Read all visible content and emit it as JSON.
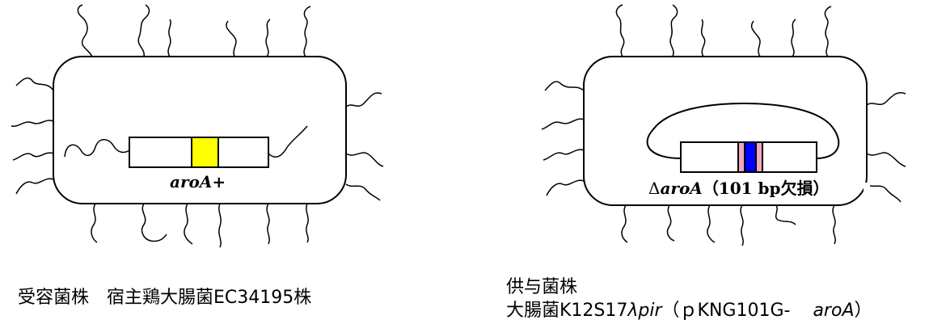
{
  "recipient": {
    "gene_label": "aroA+",
    "caption": "受容菌株　宿主鶏大腸菌EC34195株",
    "insert_color": "#ffff00"
  },
  "donor": {
    "gene_delta": "Δ",
    "gene_name": "aroA",
    "gene_detail": "（101 bp欠損）",
    "caption_line1": "供与菌株",
    "caption_line2_a": "大腸菌K12S17",
    "caption_line2_b": "λpir",
    "caption_line2_c": "（ｐKNG101G-",
    "caption_line2_d": "aroA",
    "caption_line2_e": "）",
    "insert_outer_color": "#f4a6c0",
    "insert_inner_color": "#0000ff"
  }
}
